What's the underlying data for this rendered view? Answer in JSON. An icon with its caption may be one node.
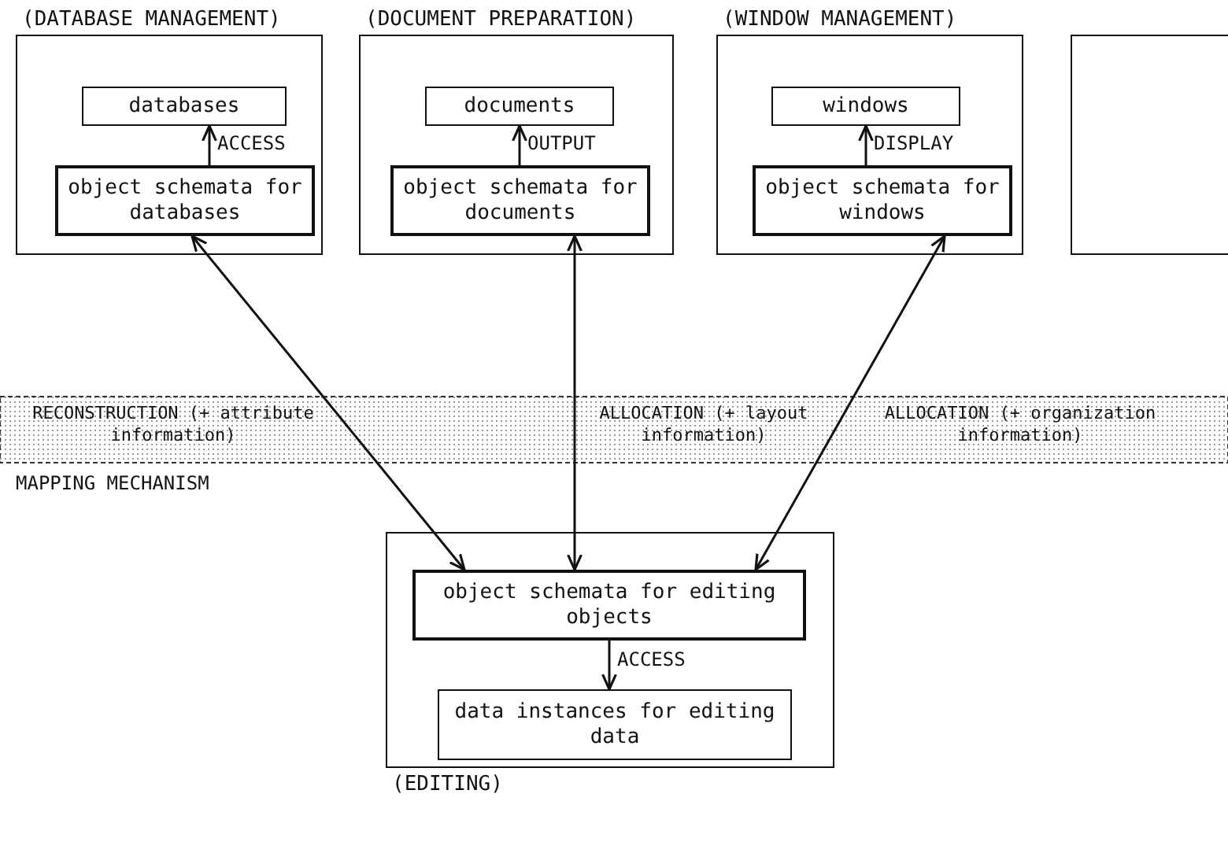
{
  "diagram": {
    "nodes": [
      {
        "text": [
          "(DATABASE MANAGEMENT)"
        ]
      },
      {
        "text": [
          "databases"
        ],
        "in": 0
      },
      {
        "text": [
          "object schemata for databases"
        ],
        "in": 0
      },
      {
        "text": [
          "(DOCUMENT PREPARATION)"
        ]
      },
      {
        "text": [
          "documents"
        ],
        "in": 3
      },
      {
        "text": [
          "object schemata for documents"
        ],
        "in": 3
      },
      {
        "text": [
          "(WINDOW MANAGEMENT)"
        ]
      },
      {
        "text": [
          "windows"
        ],
        "in": 6
      },
      {
        "text": [
          "object schemata for windows"
        ],
        "in": 6
      },
      {
        "text": [],
        "shape": "box"
      },
      {
        "text": [
          "(EDITING)"
        ]
      },
      {
        "text": [
          "object schemata for editing objects"
        ],
        "in": 10
      },
      {
        "text": [
          "data instances for editing data"
        ],
        "in": 10
      }
    ],
    "edges": [
      {
        "from": 2,
        "to": 1,
        "arrow": "to",
        "label": "ACCESS"
      },
      {
        "from": 5,
        "to": 4,
        "arrow": "to",
        "label": "OUTPUT"
      },
      {
        "from": 8,
        "to": 7,
        "arrow": "to",
        "label": "DISPLAY"
      },
      {
        "from": 2,
        "to": 11,
        "arrow": "both",
        "label": "RECONSTRUCTION (+ attribute information)"
      },
      {
        "from": 5,
        "to": 11,
        "arrow": "both",
        "label": "ALLOCATION (+ layout information)"
      },
      {
        "from": 8,
        "to": 11,
        "arrow": "both",
        "label": "ALLOCATION (+ organization information)"
      },
      {
        "from": 11,
        "to": 12,
        "arrow": "to",
        "label": "ACCESS"
      }
    ],
    "labels": [
      "MAPPING MECHANISM"
    ]
  }
}
